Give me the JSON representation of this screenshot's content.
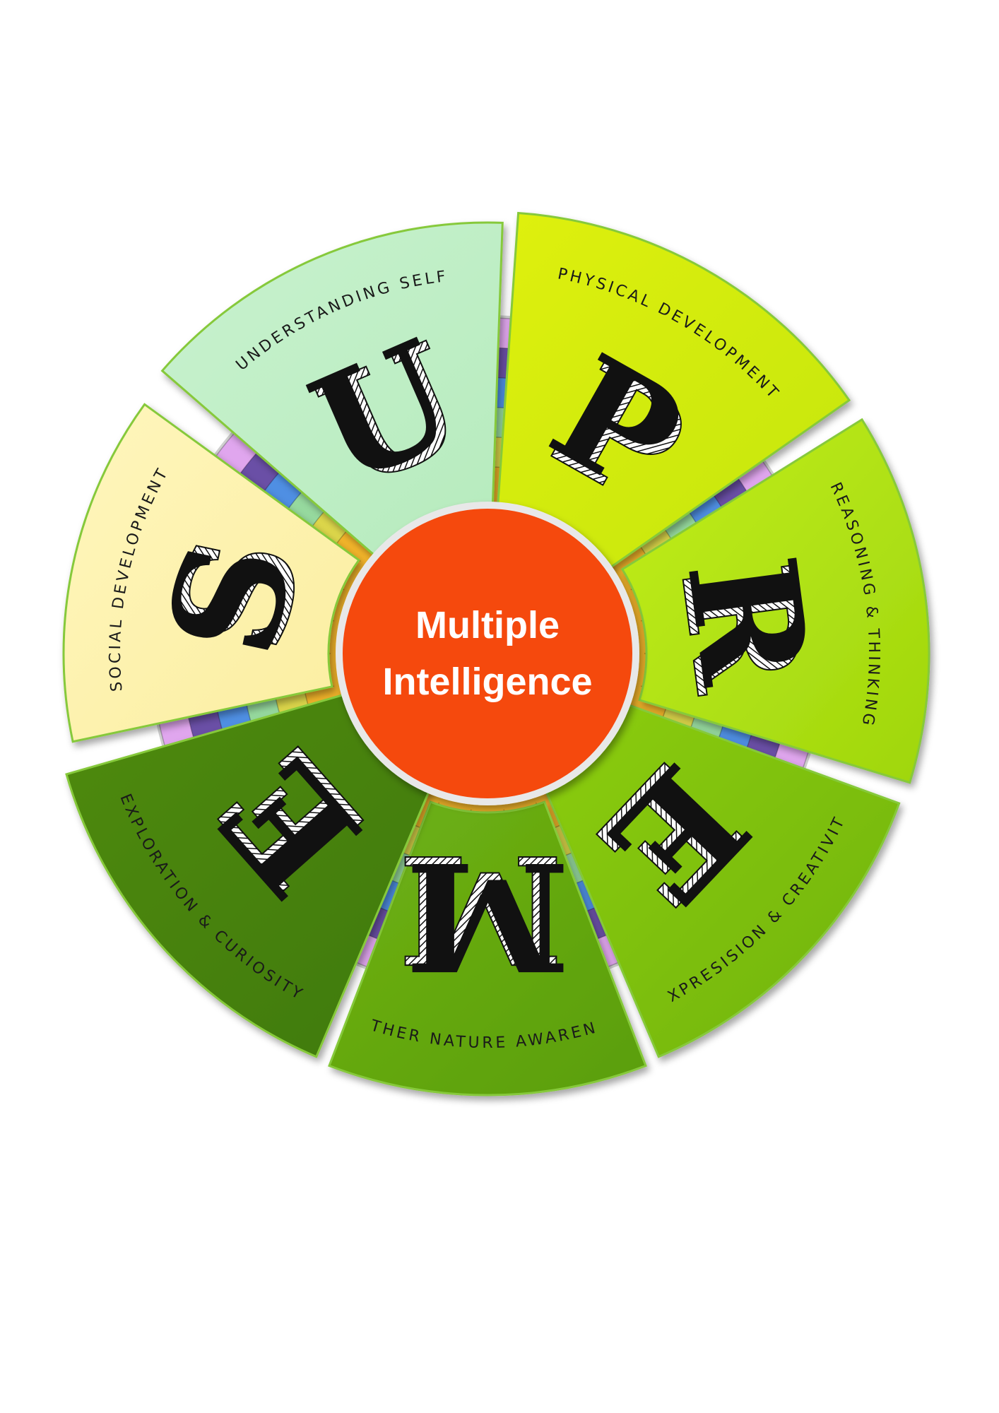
{
  "hub": {
    "title_line1": "Multiple",
    "title_line2": "Intelligence",
    "color": "#f5490f"
  },
  "ring_colors": [
    "#f2b42a",
    "#dcd64a",
    "#96d99e",
    "#4f8fe3",
    "#6a4fa6",
    "#e0a6ee"
  ],
  "segments": [
    {
      "letter": "S",
      "label": "SOCIAL DEVELOPMENT",
      "colors": [
        "#fff6bd",
        "#fbeea0"
      ]
    },
    {
      "letter": "U",
      "label": "UNDERSTANDING SELF",
      "colors": [
        "#c9f2cf",
        "#b6ebbd"
      ]
    },
    {
      "letter": "P",
      "label": "PHYSICAL DEVELOPMENT",
      "colors": [
        "#dff00c",
        "#c4e60a"
      ]
    },
    {
      "letter": "R",
      "label": "REASONING & THINKING",
      "colors": [
        "#c2ee1a",
        "#9fd60e"
      ]
    },
    {
      "letter": "E",
      "label": "EXPRESISION & CREATIVITY",
      "colors": [
        "#8ccd12",
        "#70b30c"
      ]
    },
    {
      "letter": "M",
      "label": "MOTHER NATURE AWARENESS",
      "colors": [
        "#6fb214",
        "#5a9e0c"
      ]
    },
    {
      "letter": "E",
      "label": "EXPLORATION & CURIOSITY",
      "colors": [
        "#4f8a10",
        "#3f7a08"
      ]
    }
  ]
}
